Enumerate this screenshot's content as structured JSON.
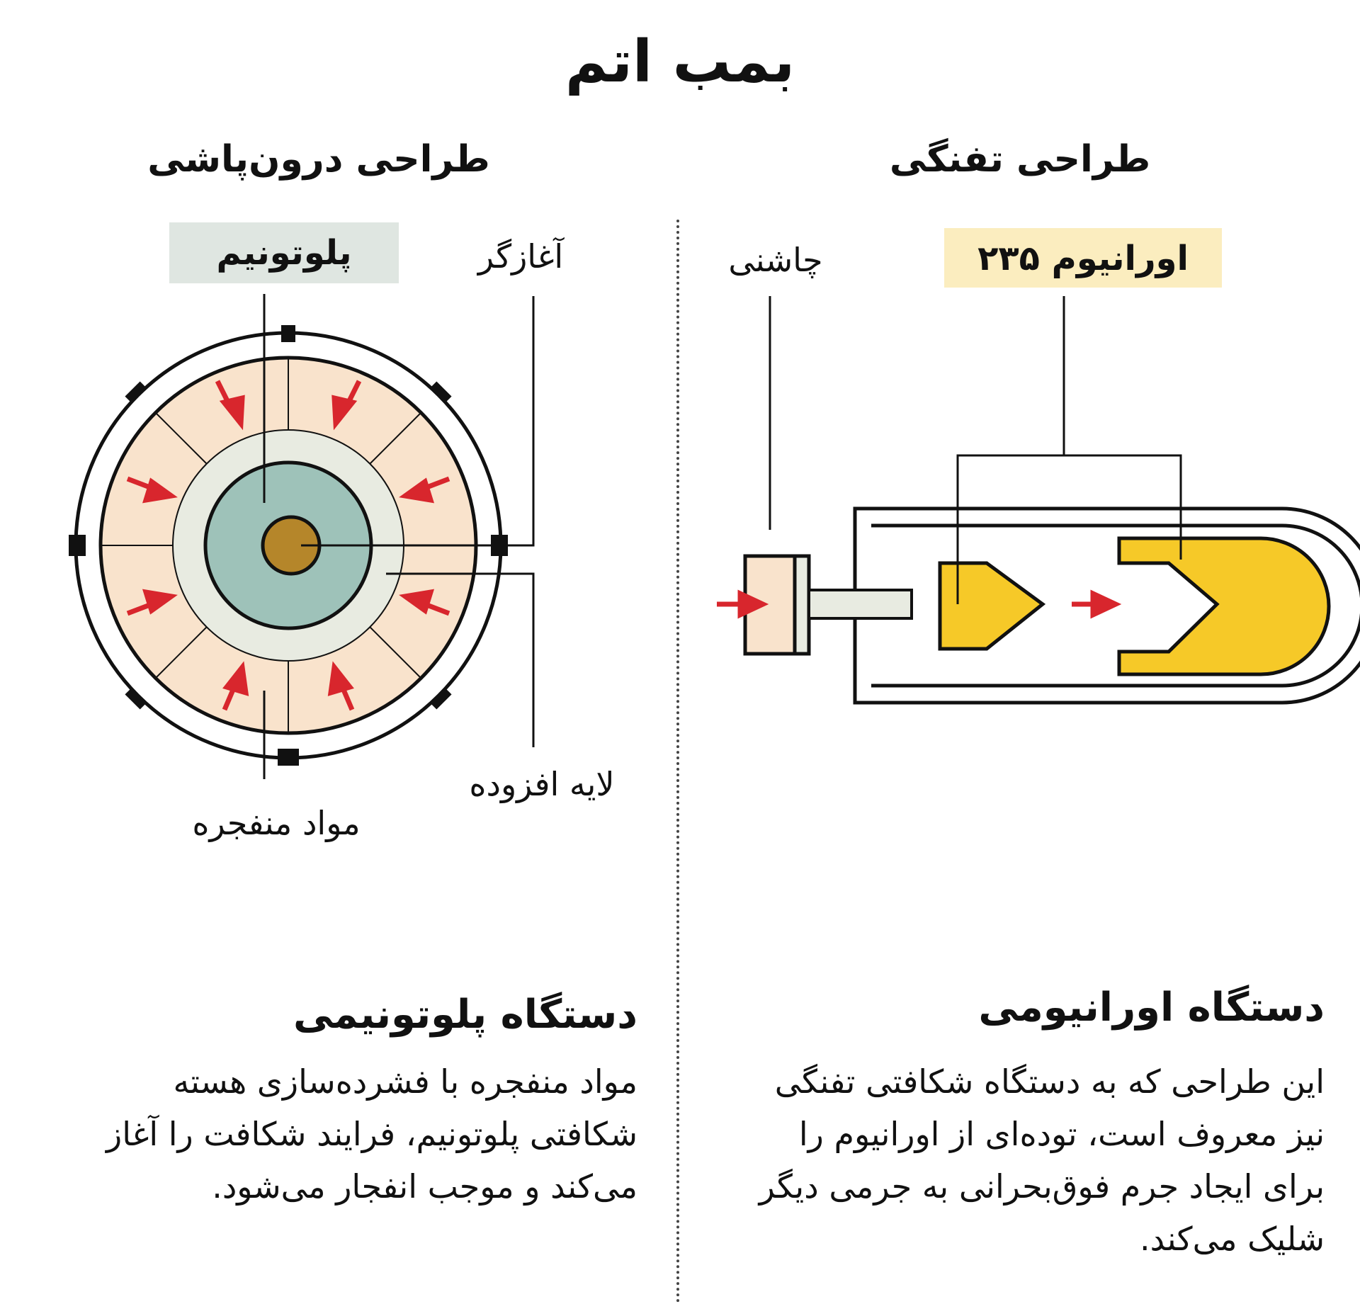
{
  "title": "بمب اتم",
  "implosion": {
    "title": "طراحی درون‌پاشی",
    "plutonium_label": "پلوتونیم",
    "initiator_label": "آغازگر",
    "tamper_label": "لایه افزوده",
    "explosive_label": "مواد منفجره",
    "heading": "دستگاه پلوتونیمی",
    "description": "مواد منفجره با فشرده‌سازی هسته شکافتی پلوتونیم، فرایند شکافت را آغاز می‌کند و موجب انفجار می‌شود."
  },
  "gun": {
    "title": "طراحی تفنگی",
    "uranium_label": "اورانیوم ۲۳۵",
    "charge_label": "چاشنی",
    "heading": "دستگاه اورانیومی",
    "description": "این طراحی که به دستگاه شکافتی تفنگی نیز معروف است، توده‌ای از اورانیوم را برای ایجاد جرم فوق‌بحرانی به جرمی دیگر شلیک می‌کند."
  },
  "colors": {
    "explosive_fill": "#f9e3cc",
    "tamper_fill": "#e8ebe1",
    "plutonium_fill": "#9ec2b9",
    "initiator_fill": "#b5862a",
    "uranium_fill": "#f6c928",
    "uranium_label_bg": "#fbedbf",
    "plutonium_label_bg": "#dfe6e1",
    "arrow": "#d8262d"
  }
}
